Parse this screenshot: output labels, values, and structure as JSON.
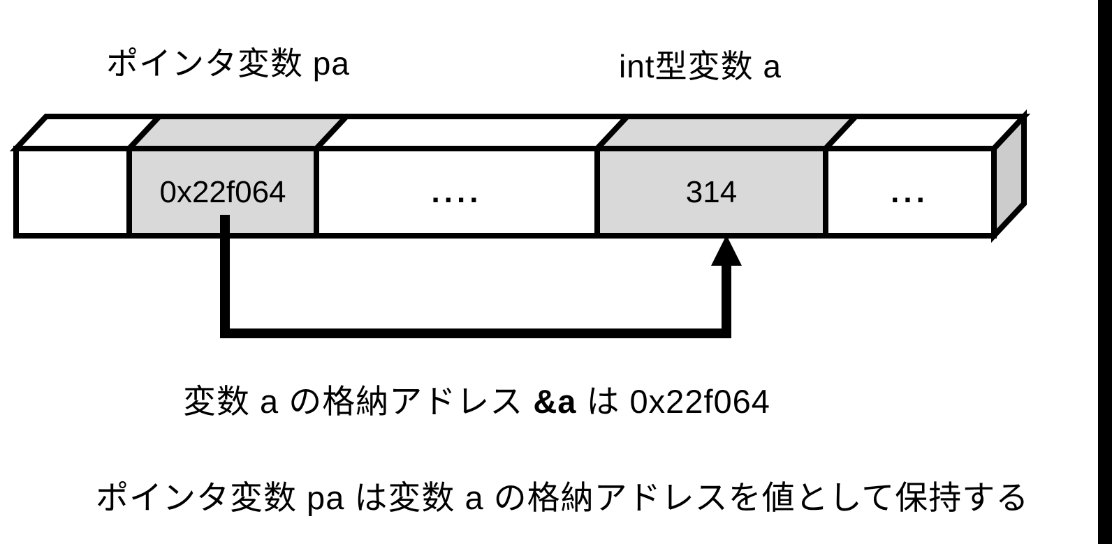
{
  "page": {
    "background": "#ffffff",
    "right_edge_bar_color": "#000000"
  },
  "diagram": {
    "pointer_label": "ポインタ変数 pa",
    "int_label": "int型変数 a",
    "memory_cells": [
      {
        "value": "",
        "shaded": false
      },
      {
        "value": "0x22f064",
        "shaded": true
      },
      {
        "value": "....",
        "shaded": false
      },
      {
        "value": "314",
        "shaded": true
      },
      {
        "value": "...",
        "shaded": false
      }
    ],
    "colors": {
      "shaded": "#d9d9d9",
      "plain": "#ffffff",
      "end_cap": "#cccccc",
      "outline": "#000000",
      "arrow": "#000000"
    }
  },
  "captions": {
    "line1_before": "変数 a の格納アドレス ",
    "line1_bold": "&a",
    "line1_after": " は 0x22f064",
    "line2": "ポインタ変数 pa は変数 a の格納アドレスを値として保持する"
  }
}
